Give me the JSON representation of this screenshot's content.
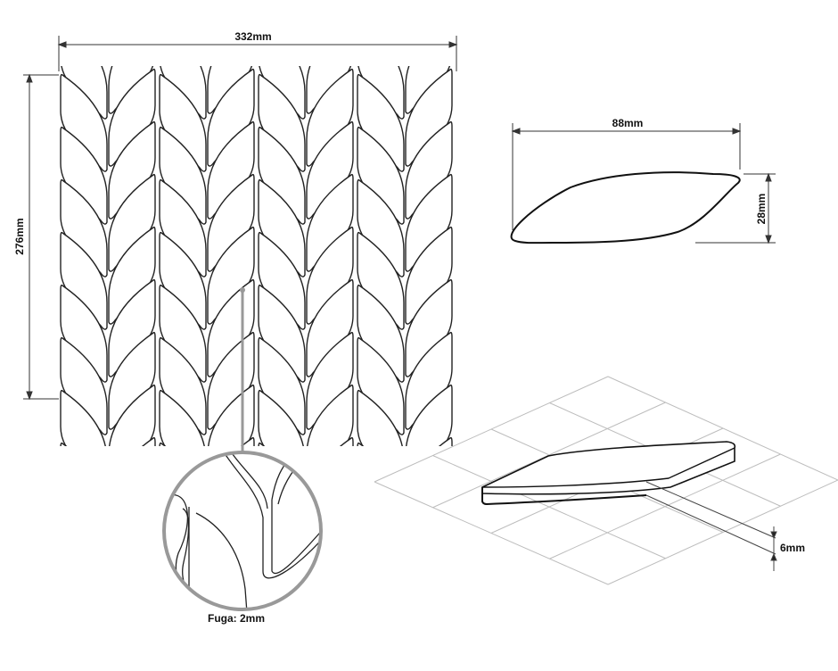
{
  "panel": {
    "width_label": "332mm",
    "height_label": "276mm",
    "joint_label": "Fuga: 2mm"
  },
  "tile": {
    "length_label": "88mm",
    "width_label": "28mm",
    "thickness_label": "6mm"
  },
  "colors": {
    "line": "#222222",
    "grid": "#bdbdbd",
    "callout": "#999999"
  }
}
